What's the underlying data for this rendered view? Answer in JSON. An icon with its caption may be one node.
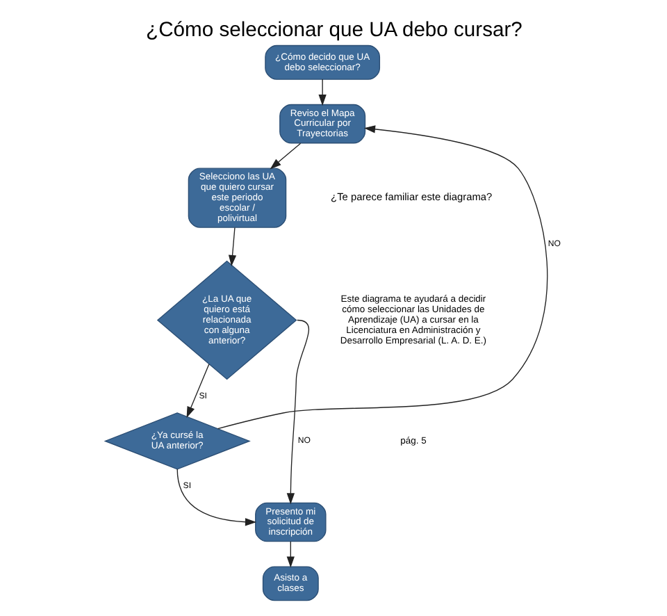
{
  "diagram": {
    "title": "¿Cómo seleccionar que UA debo cursar?",
    "nodes": [
      {
        "text": [
          "¿Cómo decido que UA debo seleccionar?"
        ]
      },
      {
        "text": [
          "Reviso el Mapa Curricular por Trayectorias"
        ]
      },
      {
        "text": [
          "Selecciono las UA que quiero cursar este periodo escolar / polivirtual"
        ]
      },
      {
        "text": [
          "¿La UA que quiero está relacionada con alguna anterior?"
        ]
      },
      {
        "text": [
          "¿Ya cursé la UA anterior?"
        ]
      },
      {
        "text": [
          "Presento mi solicitud de inscripción"
        ]
      },
      {
        "text": [
          "Asisto a clases"
        ]
      }
    ],
    "edges": [
      {
        "from": 0,
        "to": 1,
        "arrow": "to"
      },
      {
        "from": 1,
        "to": 2,
        "arrow": "to"
      },
      {
        "from": 2,
        "to": 3,
        "arrow": "to"
      },
      {
        "from": 3,
        "to": 4,
        "arrow": "to",
        "label": "SI"
      },
      {
        "from": 3,
        "to": 5,
        "arrow": "to",
        "label": "NO"
      },
      {
        "from": 4,
        "to": 1,
        "arrow": "to",
        "label": "NO"
      },
      {
        "from": 4,
        "to": 5,
        "arrow": "to",
        "label": "SI"
      },
      {
        "from": 5,
        "to": 6,
        "arrow": "to"
      }
    ],
    "labels": [
      "¿Te parece familiar este diagrama?",
      "Este diagrama te ayudará a decidir cómo seleccionar las Unidades de Aprendizaje (UA) a cursar en la Licenciatura en Administración y Desarrollo Empresarial (L. A. D. E.)",
      "pág. 5"
    ]
  }
}
